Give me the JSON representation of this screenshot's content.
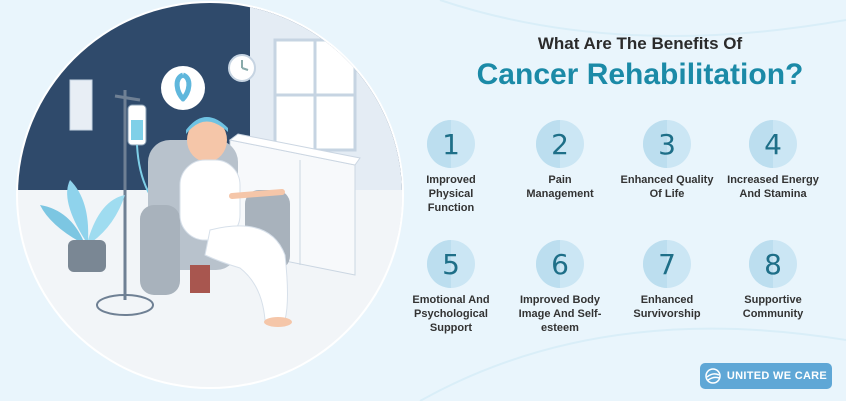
{
  "header": {
    "subtitle": "What Are The Benefits Of",
    "title": "Cancer Rehabilitation?"
  },
  "benefits": [
    {
      "number": "1",
      "label": "Improved Physical Function"
    },
    {
      "number": "2",
      "label": "Pain Management"
    },
    {
      "number": "3",
      "label": "Enhanced Quality Of Life"
    },
    {
      "number": "4",
      "label": "Increased Energy And Stamina"
    },
    {
      "number": "5",
      "label": "Emotional And Psychological Support"
    },
    {
      "number": "6",
      "label": "Improved Body Image And Self-esteem"
    },
    {
      "number": "7",
      "label": "Enhanced Survivorship"
    },
    {
      "number": "8",
      "label": "Supportive Community"
    }
  ],
  "brand": {
    "name": "UNITED WE CARE",
    "icon": "globe-logo-icon"
  },
  "colors": {
    "accent": "#1b8aa7",
    "background": "#e9f5fc",
    "circle": "#cbe6f4",
    "brand": "#5fa7d6"
  }
}
